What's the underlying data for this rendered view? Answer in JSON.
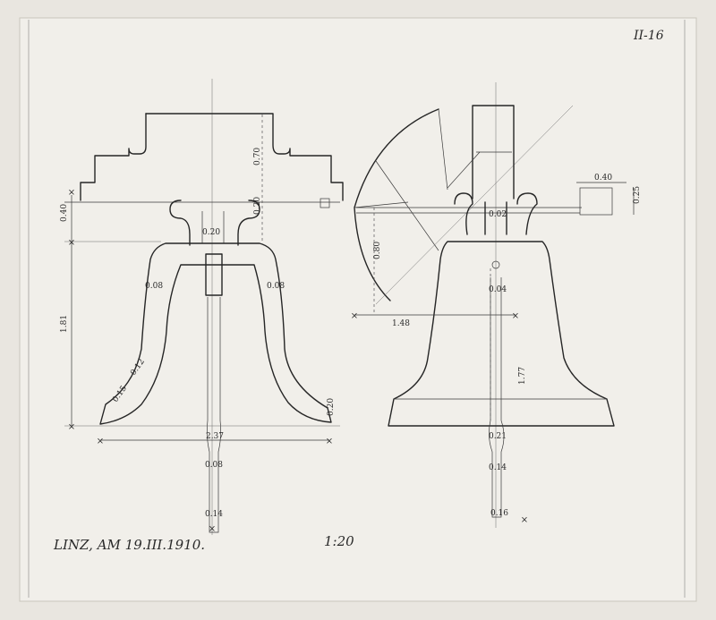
{
  "drawing": {
    "sheet_number": "II-16",
    "place_date": "LINZ, AM 19.III.1910.",
    "scale": "1:20",
    "dimensions": {
      "top_height": "0.70",
      "crown_height": "0.40",
      "crown_inner": "0.20",
      "crown_right": "0.20",
      "shoulder_left": "0.08",
      "shoulder_right": "0.08",
      "bell_height": "1.81",
      "waist_1": "0.12",
      "waist_2": "0.15",
      "lip_height": "0.20",
      "mouth_diameter": "2.37",
      "clapper_1": "0.08",
      "clapper_2": "0.14",
      "yoke_radius": "0.80",
      "yoke_width": "1.48",
      "yoke_top": "0.40",
      "yoke_side": "0.25",
      "small_1": "0.02",
      "small_2": "0.04",
      "clapper_length": "1.77",
      "clapper_ball": "0.21",
      "clapper_3": "0.14",
      "clapper_end": "0.16"
    }
  }
}
